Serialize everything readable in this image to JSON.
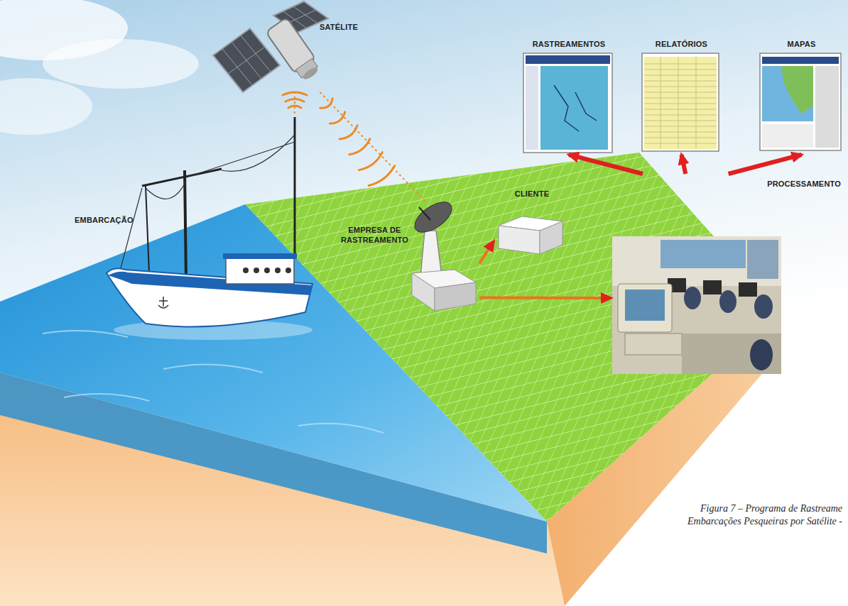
{
  "diagram": {
    "caption": "Figura 7 – Programa de Rastreame Embarcações Pesqueiras por Satélite -",
    "nodes": [
      {
        "text": [
          "SATÉLITE"
        ]
      },
      {
        "text": [
          "EMBARCAÇÃO"
        ]
      },
      {
        "text": [
          "EMPRESA DE RASTREAMENTO"
        ]
      },
      {
        "text": [
          "CLIENTE"
        ]
      },
      {
        "text": [
          "PROCESSAMENTO"
        ]
      },
      {
        "text": [
          "RASTREAMENTOS"
        ]
      },
      {
        "text": [
          "RELATÓRIOS"
        ]
      },
      {
        "text": [
          "MAPAS"
        ]
      }
    ],
    "edges": [
      {
        "from": 1,
        "to": 0,
        "arrow": "none"
      },
      {
        "from": 0,
        "to": 2,
        "arrow": "none"
      },
      {
        "from": 2,
        "to": 3,
        "arrow": "to"
      },
      {
        "from": 2,
        "to": 4,
        "arrow": "to"
      },
      {
        "from": 4,
        "to": 5,
        "arrow": "to"
      },
      {
        "from": 4,
        "to": 6,
        "arrow": "to"
      },
      {
        "from": 4,
        "to": 7,
        "arrow": "to"
      }
    ]
  }
}
